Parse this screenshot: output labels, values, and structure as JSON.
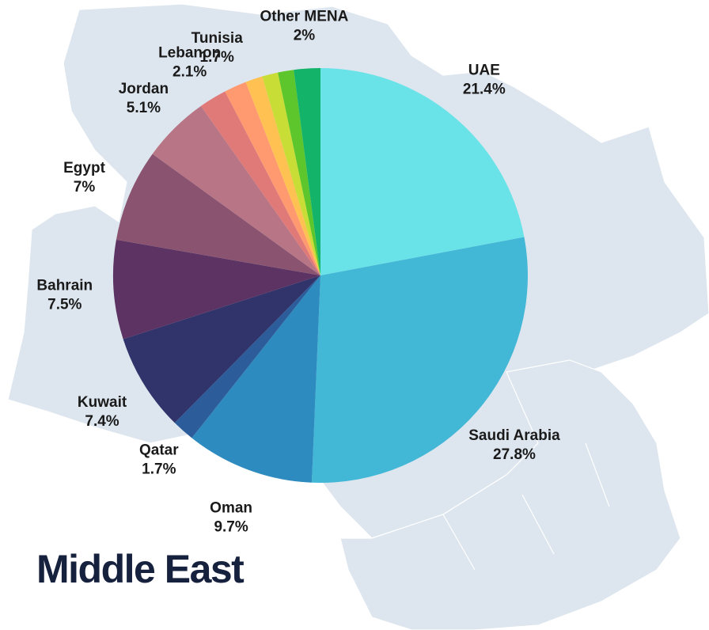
{
  "title": "Middle East",
  "chart_data": {
    "type": "pie",
    "title": "Middle East",
    "start_angle_deg": 0,
    "direction": "clockwise",
    "categories": [
      "UAE",
      "Saudi Arabia",
      "Oman",
      "Qatar",
      "Kuwait",
      "Bahrain",
      "Egypt",
      "Jordan",
      "Lebanon",
      "Tunisia",
      "Other MENA"
    ],
    "values": [
      21.4,
      27.8,
      9.7,
      1.7,
      7.4,
      7.5,
      7.0,
      5.1,
      2.1,
      1.7,
      2.0
    ],
    "labels": [
      "21.4%",
      "27.8%",
      "9.7%",
      "1.7%",
      "7.4%",
      "7.5%",
      "7%",
      "5.1%",
      "2.1%",
      "1.7%",
      "2%"
    ],
    "colors": [
      "#6ae3e8",
      "#43b7d6",
      "#2e8bbf",
      "#2c5d9a",
      "#30346b",
      "#5c3362",
      "#8a5370",
      "#b87585",
      "#e07a78",
      "#ff9970",
      "#ffc152",
      "#c8dd35",
      "#5cc62c",
      "#14b36a"
    ],
    "unlabeled_slices": [
      {
        "values": [
          1.3,
          1.2,
          1.2
        ],
        "colors": [
          "#ffc152",
          "#c8dd35",
          "#5cc62c"
        ]
      }
    ]
  },
  "colors": {
    "map_fill": "#dde6ee",
    "title_color": "#16213e"
  }
}
